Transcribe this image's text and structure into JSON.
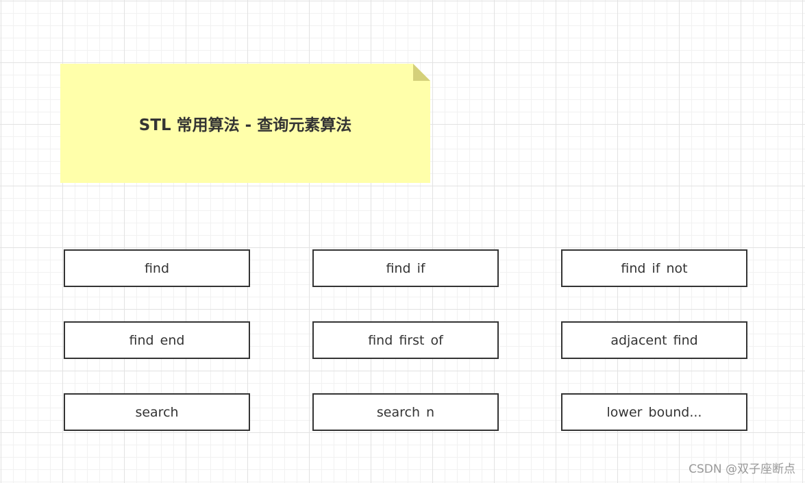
{
  "note": {
    "title": "STL 常用算法 - 查询元素算法",
    "color": "#ffffaa"
  },
  "boxes": [
    {
      "label": "find"
    },
    {
      "label": "find if"
    },
    {
      "label": "find if not"
    },
    {
      "label": "find end"
    },
    {
      "label": "find first of"
    },
    {
      "label": "adjacent find"
    },
    {
      "label": "search"
    },
    {
      "label": "search n"
    },
    {
      "label": "lower bound..."
    }
  ],
  "watermark": "CSDN @双子座断点"
}
